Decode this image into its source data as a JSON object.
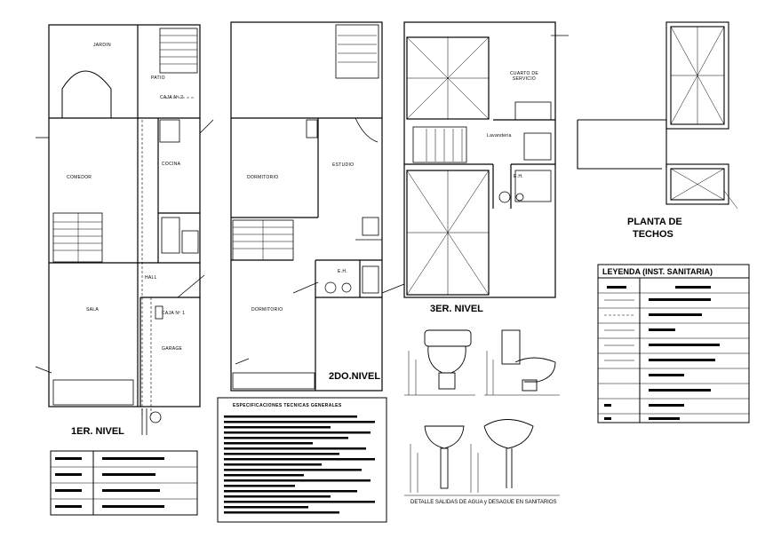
{
  "plans": {
    "first": {
      "title": "1ER. NIVEL",
      "rooms": {
        "jardin": "JARDIN",
        "patio": "PATIO",
        "caja2": "CAJA Nº 2",
        "cocina": "COCINA",
        "comedor": "COMEDOR",
        "hall": "HALL",
        "sala": "SALA",
        "caja1": "CAJA Nº 1",
        "garage": "GARAGE"
      }
    },
    "second": {
      "title": "2DO.NIVEL",
      "rooms": {
        "dorm1": "DORMITORIO",
        "estudio": "ESTUDIO",
        "dorm2": "DORMITORIO",
        "eh": "E.H."
      }
    },
    "third": {
      "title": "3ER. NIVEL",
      "rooms": {
        "cuarto": "CUARTO DE SERVICIO",
        "lavanderia": "Lavanderia",
        "eh": "E.H."
      }
    },
    "roof": {
      "title_line1": "PLANTA DE",
      "title_line2": "TECHOS"
    }
  },
  "legend": {
    "title": "LEYENDA (INST. SANITARIA)"
  },
  "specs": {
    "title": "ESPECIFICACIONES TECNICAS GENERALES"
  },
  "detail": {
    "caption": "DETALLE SALIDAS DE AGUA y DESAGUE EN SANITARIOS"
  }
}
